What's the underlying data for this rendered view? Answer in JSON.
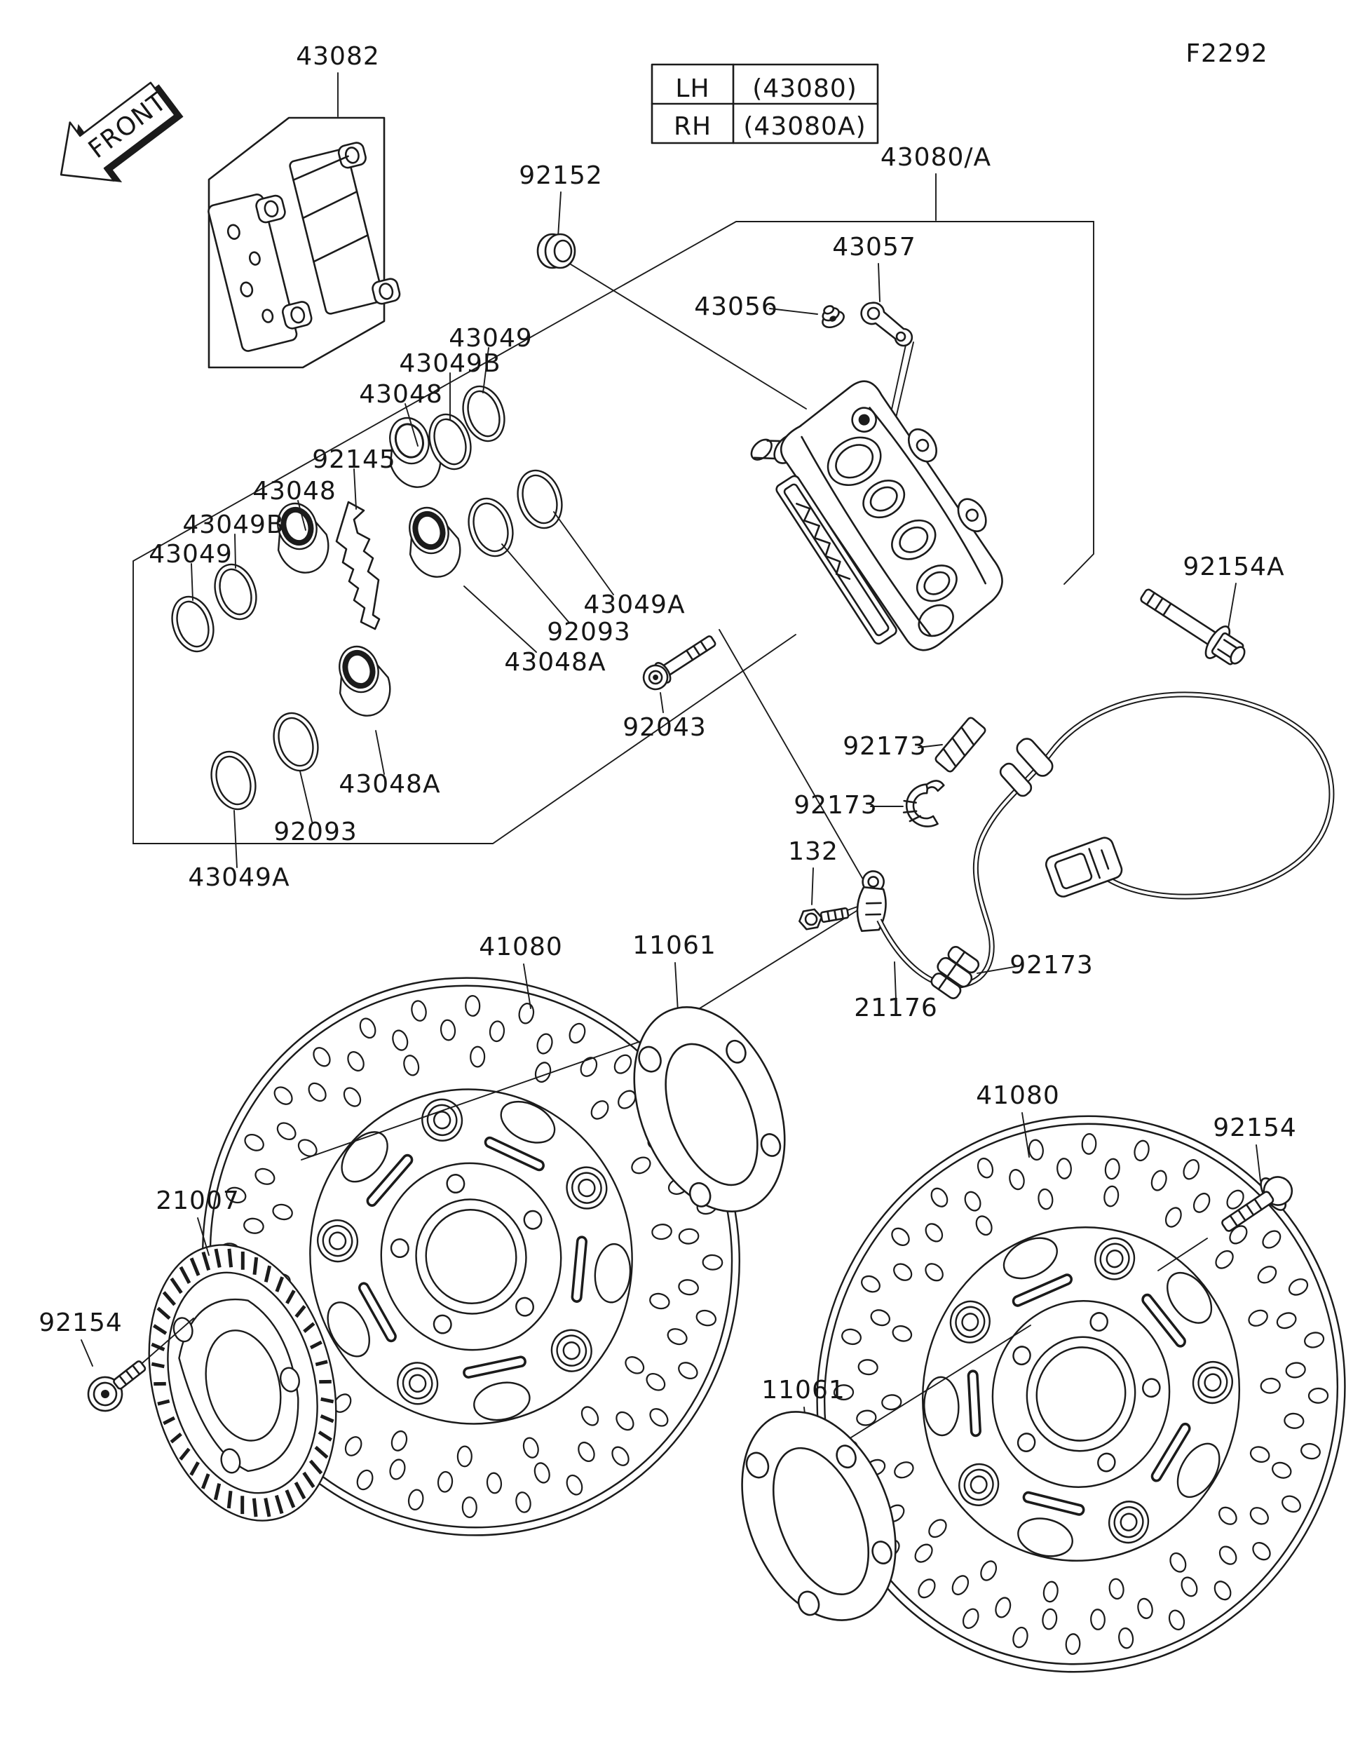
{
  "figure": {
    "code": "F2292",
    "front_marker": "FRONT"
  },
  "legend_table": {
    "rows": [
      {
        "side": "LH",
        "part": "(43080)"
      },
      {
        "side": "RH",
        "part": "(43080A)"
      }
    ]
  },
  "callouts": {
    "c43082": "43082",
    "c92152": "92152",
    "c43080a": "43080/A",
    "c43057": "43057",
    "c43056": "43056",
    "c43049_top": "43049",
    "c43049b_top": "43049B",
    "c43048_top": "43048",
    "c92145": "92145",
    "c43048_left": "43048",
    "c43049b_left": "43049B",
    "c43049_left": "43049",
    "c43049a_right": "43049A",
    "c92093_right": "92093",
    "c43048a_right": "43048A",
    "c92154a": "92154A",
    "c92043": "92043",
    "c43048a_bottom": "43048A",
    "c92093_bottom": "92093",
    "c43049a_bottom": "43049A",
    "c92173_top": "92173",
    "c92173_mid": "92173",
    "c92173_low": "92173",
    "c132": "132",
    "c21176": "21176",
    "c41080_left": "41080",
    "c11061_top": "11061",
    "c41080_right": "41080",
    "c92154_right": "92154",
    "c21007": "21007",
    "c92154_left": "92154",
    "c11061_bottom": "11061"
  }
}
